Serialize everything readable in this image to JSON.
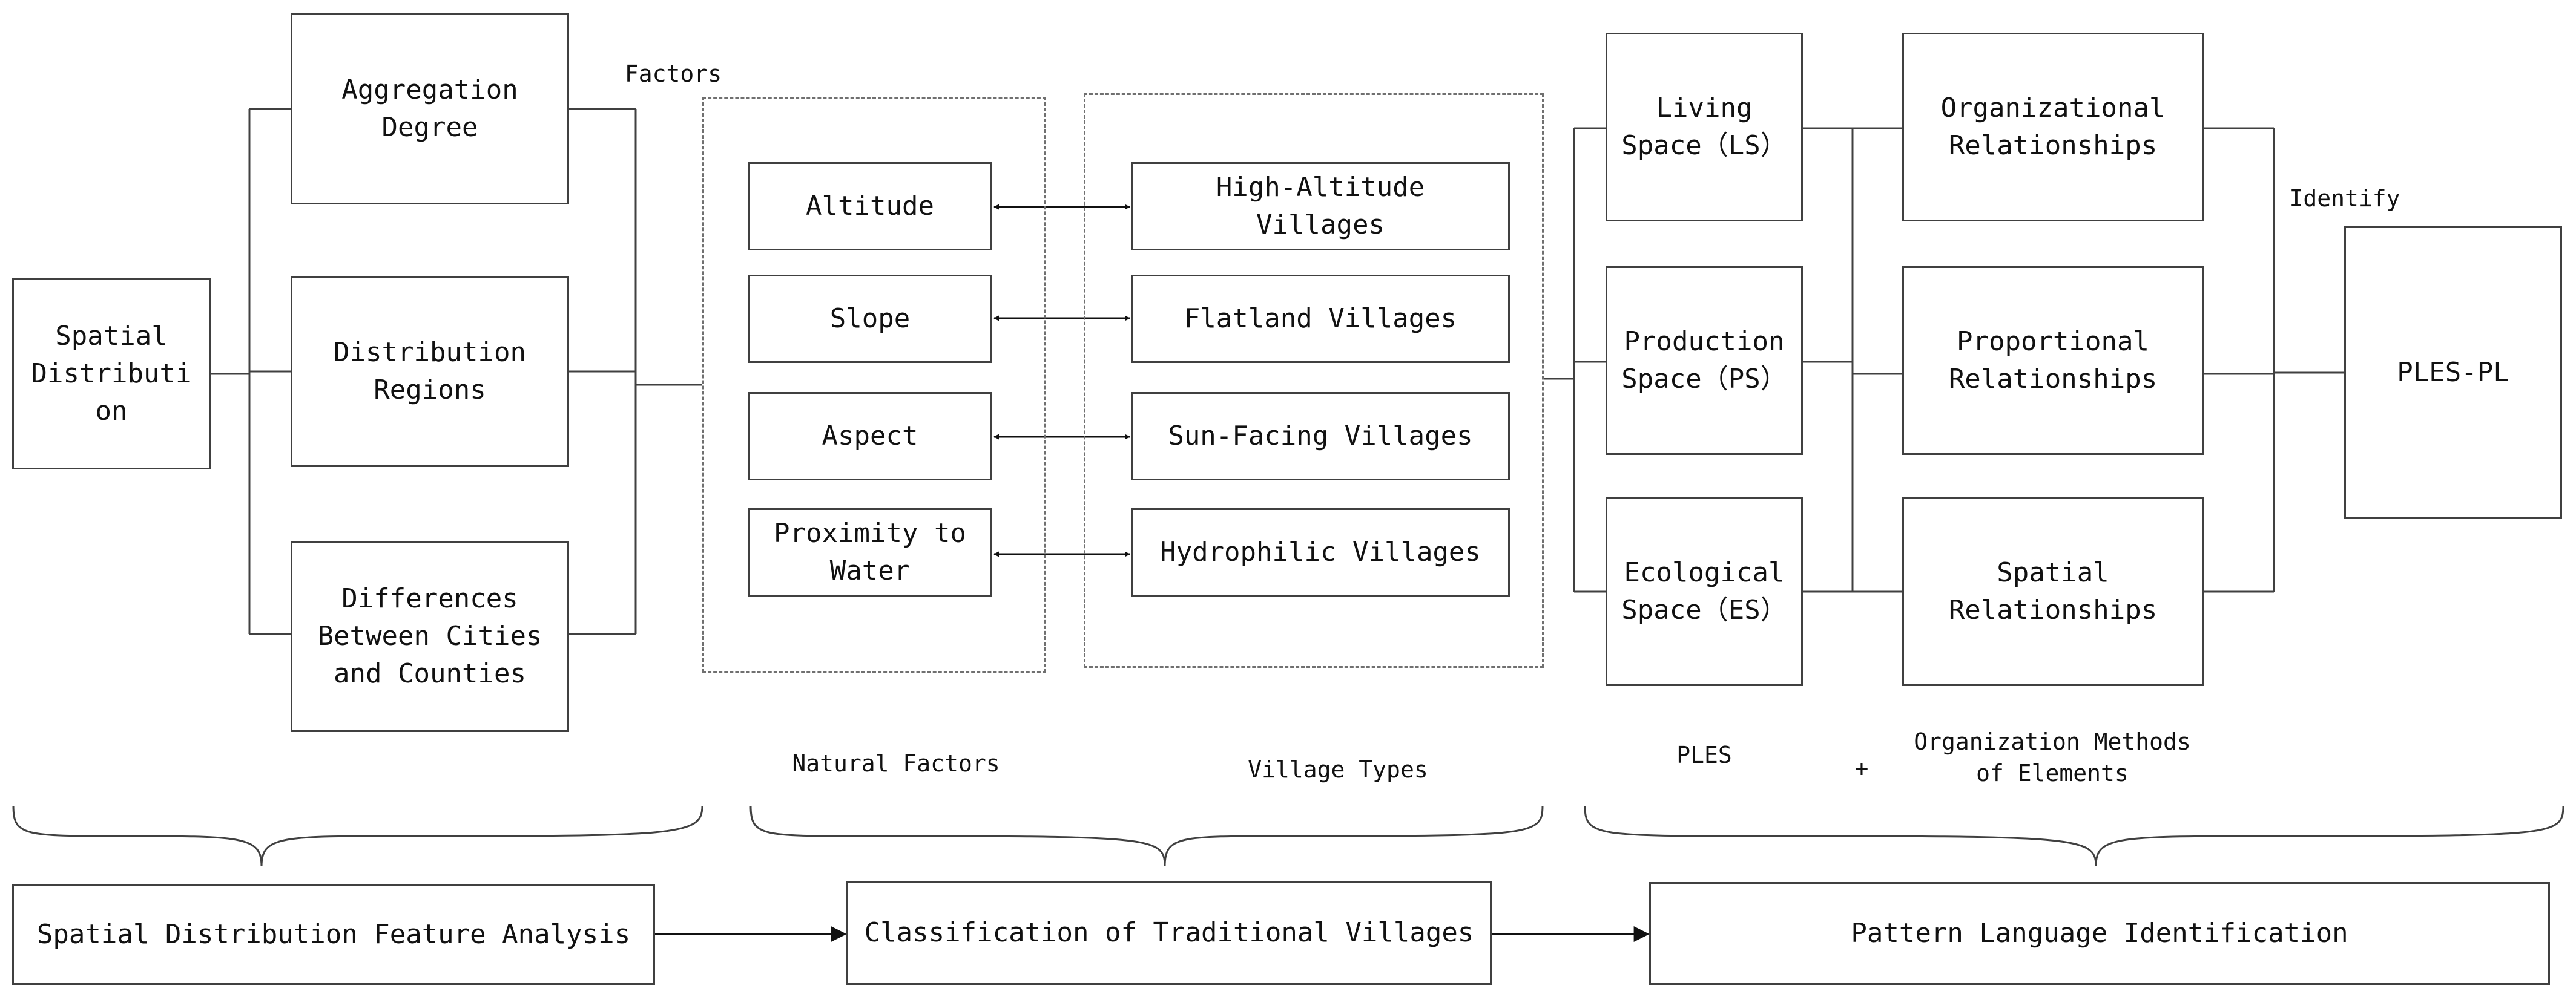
{
  "boxes": {
    "spatial_distribution": "Spatial\nDistributi\non",
    "aggregation_degree": "Aggregation\nDegree",
    "distribution_regions": "Distribution\nRegions",
    "differences": "Differences\nBetween Cities\nand Counties",
    "altitude": "Altitude",
    "slope": "Slope",
    "aspect": "Aspect",
    "proximity": "Proximity to\nWater",
    "high_altitude": "High-Altitude\nVillages",
    "flatland": "Flatland Villages",
    "sun_facing": "Sun-Facing Villages",
    "hydrophilic": "Hydrophilic Villages",
    "living_space": "Living\nSpace（LS）",
    "production_space": "Production\nSpace（PS）",
    "ecological_space": "Ecological\nSpace（ES）",
    "organizational": "Organizational\nRelationships",
    "proportional": "Proportional\nRelationships",
    "spatial_rel": "Spatial\nRelationships",
    "ples_pl": "PLES-PL",
    "feature_analysis": "Spatial Distribution Feature Analysis",
    "classification": "Classification of Traditional Villages",
    "pattern_language": "Pattern Language Identification"
  },
  "labels": {
    "factors": "Factors",
    "identify": "Identify",
    "natural_factors": "Natural Factors",
    "village_types": "Village Types",
    "ples": "PLES",
    "plus": "+",
    "organization_methods": "Organization Methods\nof Elements"
  }
}
